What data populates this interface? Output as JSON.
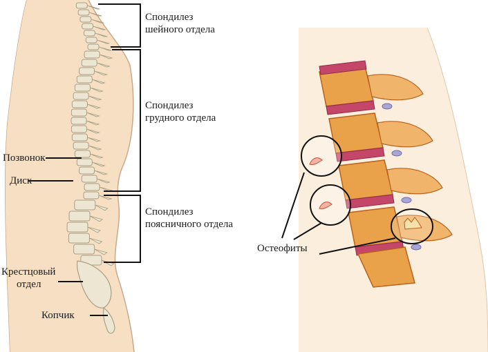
{
  "regions": {
    "cervical": {
      "line1": "Спондилез",
      "line2": "шейного отдела"
    },
    "thoracic": {
      "line1": "Спондилез",
      "line2": "грудного отдела"
    },
    "lumbar": {
      "line1": "Спондилез",
      "line2": "поясничного отдела"
    }
  },
  "parts": {
    "vertebra": "Позвонок",
    "disc": "Диск",
    "sacral": {
      "line1": "Крестцовый",
      "line2": "отдел"
    },
    "coccyx": "Копчик"
  },
  "closeup": {
    "osteophytes": "Остеофиты"
  },
  "colors": {
    "skin": "#f7dfc4",
    "skin_outline": "#c9a98a",
    "bone": "#ece6d2",
    "bone_outline": "#a79f86",
    "vertebra_body": "#e9a24a",
    "vertebra_shade": "#b8601c",
    "disc": "#c4476a",
    "nerve": "#a9a6d6",
    "line": "#111111"
  }
}
